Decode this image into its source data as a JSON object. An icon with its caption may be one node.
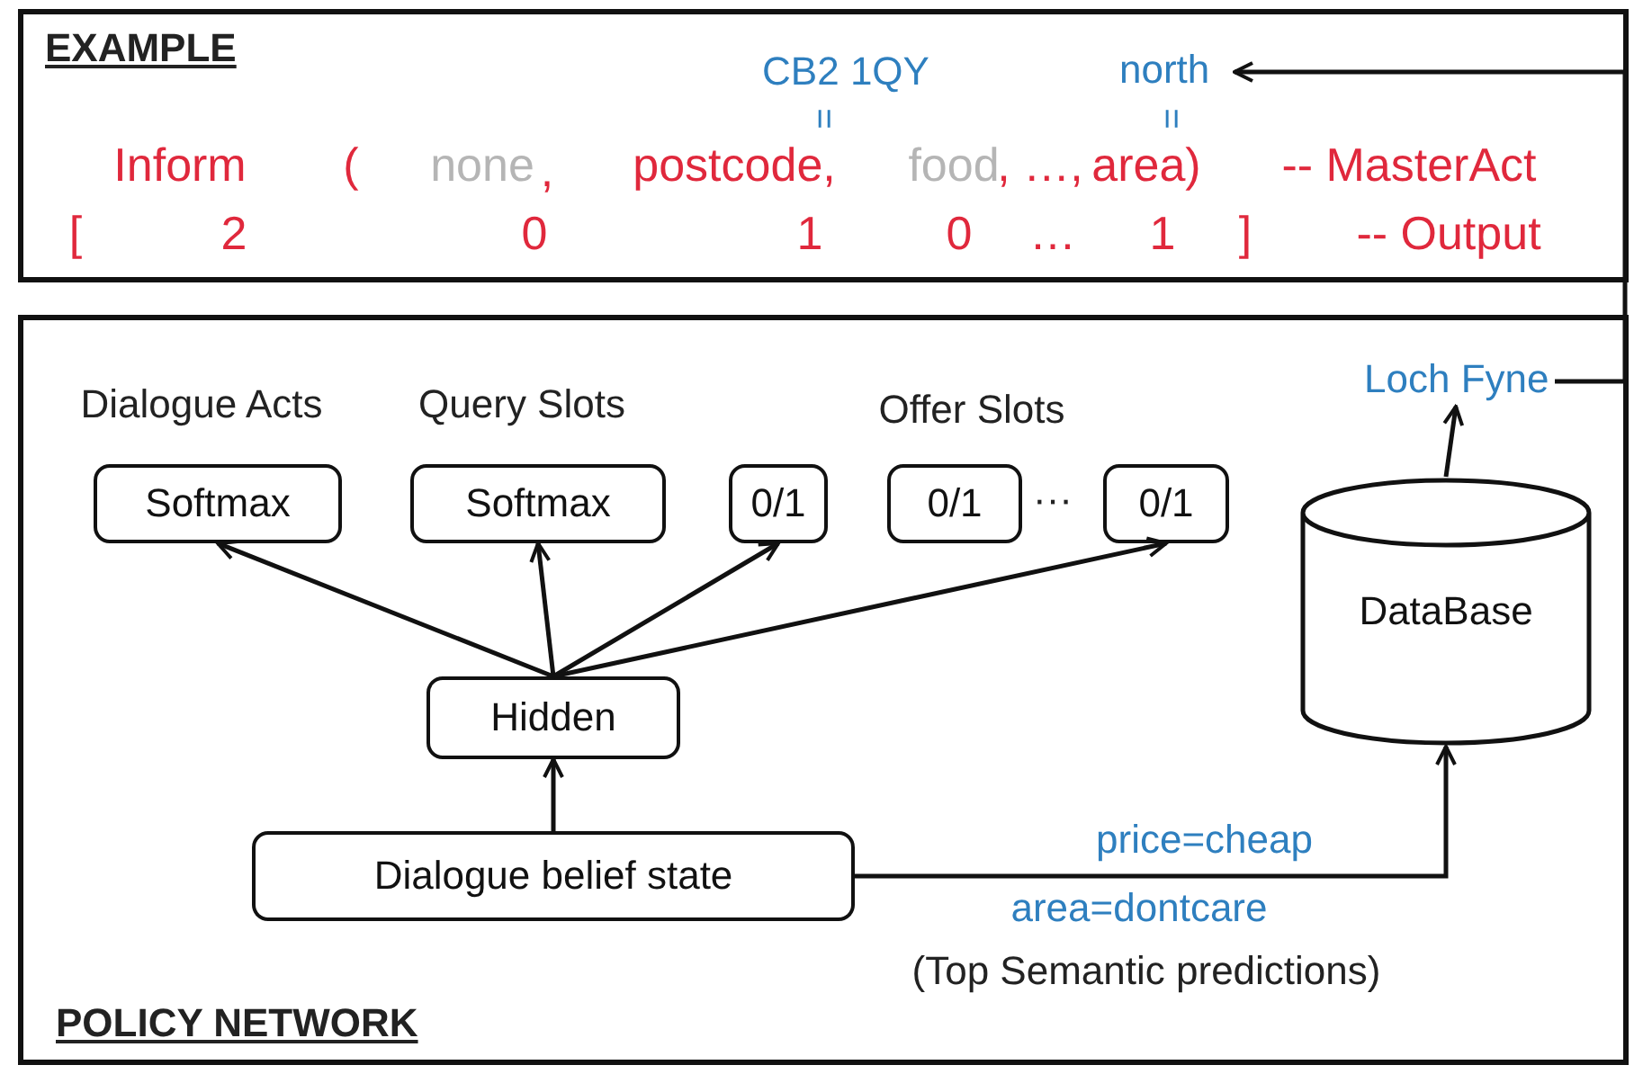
{
  "diagram": {
    "nodes": [
      {
        "text": [
          "EXAMPLE"
        ]
      },
      {
        "text": [
          "north"
        ],
        "in": 0
      },
      {
        "text": [
          "POLICY NETWORK"
        ]
      },
      {
        "text": [
          "Softmax"
        ],
        "in": 2
      },
      {
        "text": [
          "Softmax"
        ],
        "in": 2
      },
      {
        "text": [
          "0/1"
        ],
        "in": 2
      },
      {
        "text": [
          "0/1"
        ],
        "in": 2
      },
      {
        "text": [
          "0/1"
        ],
        "in": 2
      },
      {
        "text": [
          "Hidden"
        ],
        "in": 2
      },
      {
        "text": [
          "Dialogue belief state"
        ],
        "in": 2
      },
      {
        "text": [
          "DataBase"
        ],
        "in": 2
      },
      {
        "text": [
          "Loch Fyne"
        ],
        "in": 2
      }
    ],
    "edges": [
      {
        "from": 8,
        "to": 3,
        "arrow": "to"
      },
      {
        "from": 8,
        "to": 4,
        "arrow": "to"
      },
      {
        "from": 8,
        "to": 5,
        "arrow": "to"
      },
      {
        "from": 8,
        "to": 7,
        "arrow": "to"
      },
      {
        "from": 9,
        "to": 8,
        "arrow": "to"
      },
      {
        "from": 9,
        "to": 10,
        "arrow": "to",
        "label": "price=cheap"
      },
      {
        "from": 10,
        "to": 11,
        "arrow": "to"
      },
      {
        "from": 11,
        "to": 1,
        "arrow": "to"
      }
    ],
    "labels": [
      "CB2 1QY",
      "=",
      "=",
      "Inform",
      "(",
      "none",
      ",",
      "postcode,",
      "food",
      ", …,",
      "area)",
      "-- MasterAct",
      "[",
      "2",
      "0",
      "1",
      "0",
      "…",
      "1",
      "]",
      "-- Output",
      "Dialogue Acts",
      "Query Slots",
      "Offer Slots",
      "···",
      "area=dontcare",
      "(Top Semantic predictions)"
    ]
  }
}
